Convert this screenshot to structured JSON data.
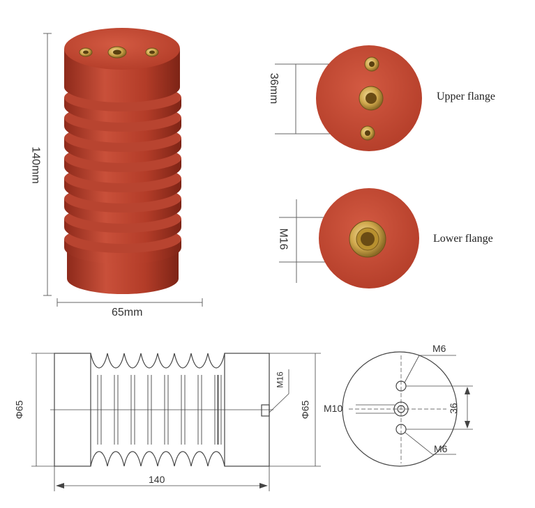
{
  "photo": {
    "height_label": "140mm",
    "width_label": "65mm",
    "upper_spacing_label": "36mm",
    "lower_thread_label": "M16",
    "upper_caption": "Upper flange",
    "lower_caption": "Lower flange"
  },
  "drawing": {
    "side": {
      "left_diameter": "Φ65",
      "right_diameter": "Φ65",
      "thread_callout": "M16",
      "length": "140"
    },
    "end": {
      "top_hole": "M6",
      "bottom_hole": "M6",
      "center_hole": "M10",
      "spacing": "36"
    }
  },
  "colors": {
    "insulator_red": "#c0432e",
    "insulator_dark": "#8e2a1b",
    "brass": "#d8b45a",
    "line": "#444444"
  }
}
